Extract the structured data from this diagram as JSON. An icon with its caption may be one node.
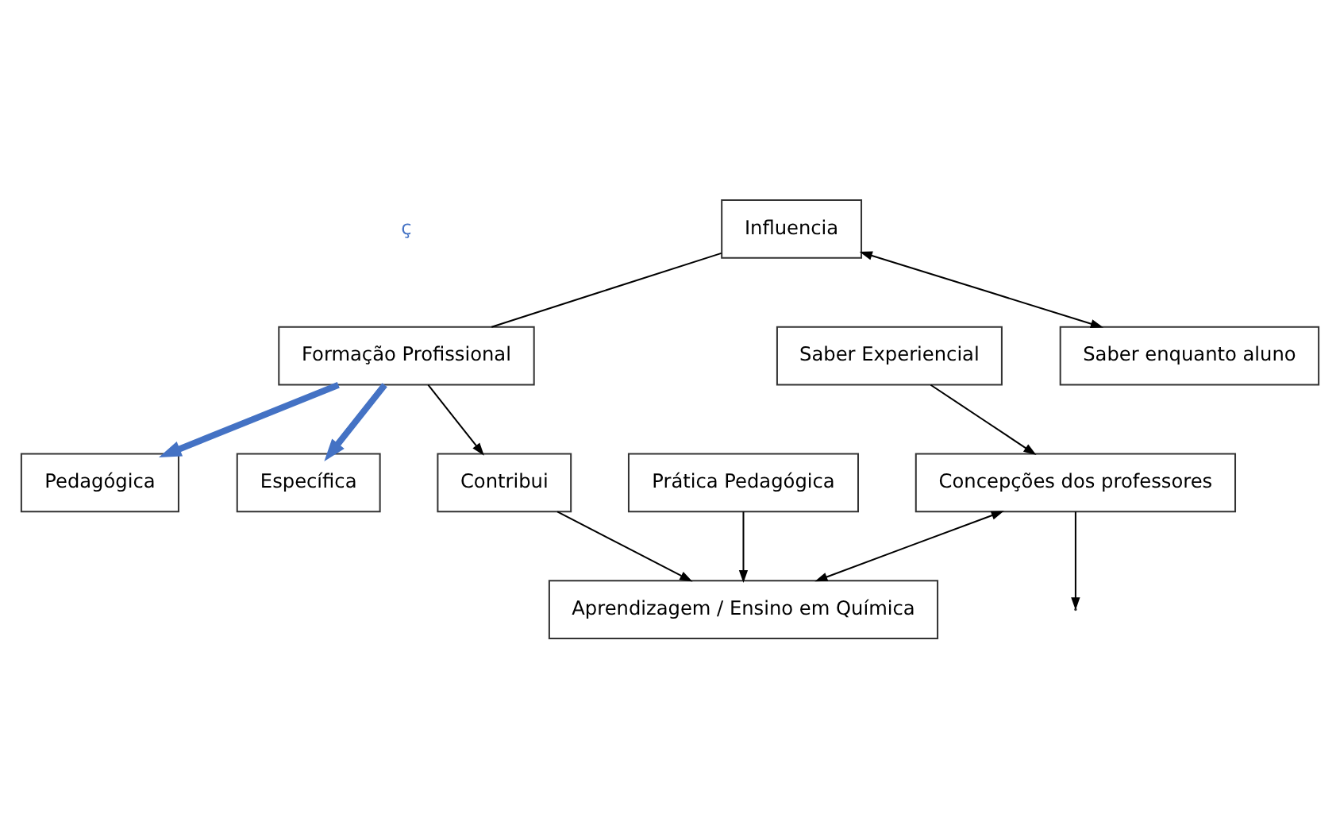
{
  "diagram": {
    "nodes": [
      {
        "text": [
          "Formação Profissional"
        ]
      },
      {
        "text": [
          "Saber Experiencial"
        ]
      },
      {
        "text": [
          "Saber enquanto aluno"
        ]
      },
      {
        "text": [
          "Pedagógica"
        ]
      },
      {
        "text": [
          "Específica"
        ]
      },
      {
        "text": [
          "Influencia"
        ]
      },
      {
        "text": [
          "Contribui"
        ]
      },
      {
        "text": [
          "Prática Pedagógica"
        ]
      },
      {
        "text": [
          "Concepções dos professores"
        ]
      },
      {
        "text": [
          "Aprendizagem / Ensino em Química"
        ]
      }
    ],
    "edges": [
      {
        "from": 0,
        "to": 3,
        "arrow": "to",
        "style": "thick",
        "color": "#4472c4"
      },
      {
        "from": 0,
        "to": 4,
        "arrow": "to",
        "style": "thick",
        "color": "#4472c4"
      },
      {
        "from": 5,
        "to": 0,
        "arrow": "none"
      },
      {
        "from": 5,
        "to": 2,
        "arrow": "both"
      },
      {
        "from": 0,
        "to": 6,
        "arrow": "to"
      },
      {
        "from": 1,
        "to": 8,
        "arrow": "to"
      },
      {
        "from": 8,
        "to": null,
        "arrow": "to"
      },
      {
        "from": 8,
        "to": 9,
        "arrow": "both"
      },
      {
        "from": 7,
        "to": 9,
        "arrow": "to"
      },
      {
        "from": 6,
        "to": 9,
        "arrow": "to"
      }
    ],
    "labels": [
      "ç"
    ]
  }
}
